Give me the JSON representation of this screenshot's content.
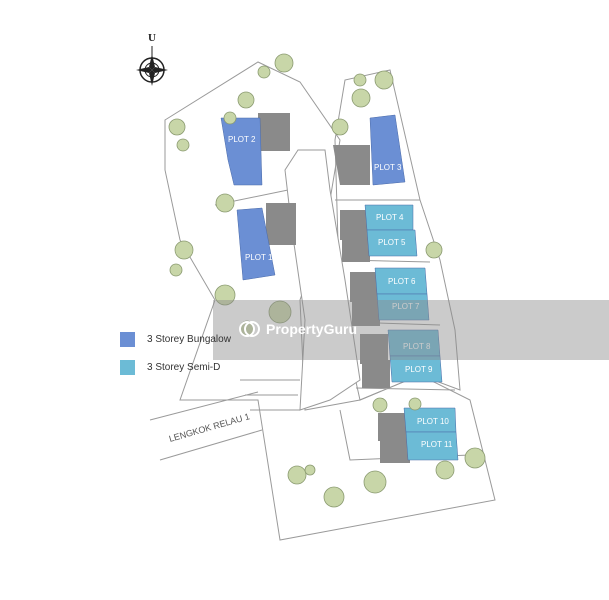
{
  "compass": {
    "letter": "U",
    "icon": "compass-rose-icon"
  },
  "road": {
    "name": "LENGKOK RELAU 1"
  },
  "plots": [
    {
      "label": "PLOT 1",
      "type": "bungalow"
    },
    {
      "label": "PLOT 2",
      "type": "bungalow"
    },
    {
      "label": "PLOT 3",
      "type": "bungalow"
    },
    {
      "label": "PLOT 4",
      "type": "semi-d"
    },
    {
      "label": "PLOT 5",
      "type": "semi-d"
    },
    {
      "label": "PLOT 6",
      "type": "semi-d"
    },
    {
      "label": "PLOT 7",
      "type": "semi-d"
    },
    {
      "label": "PLOT 8",
      "type": "semi-d"
    },
    {
      "label": "PLOT 9",
      "type": "semi-d"
    },
    {
      "label": "PLOT 10",
      "type": "semi-d"
    },
    {
      "label": "PLOT 11",
      "type": "semi-d"
    }
  ],
  "legend": [
    {
      "label": "3 Storey Bungalow",
      "color": "#6b8fd4"
    },
    {
      "label": "3 Storey Semi-D",
      "color": "#6cbbd6"
    }
  ],
  "watermark": {
    "text": "PropertyGuru"
  },
  "colors": {
    "bungalow": "#6b8fd4",
    "semi_d": "#6cbbd6",
    "carport": "#8a8a8a",
    "boundary": "#9a9a9a",
    "tree": "#b8c99a"
  }
}
